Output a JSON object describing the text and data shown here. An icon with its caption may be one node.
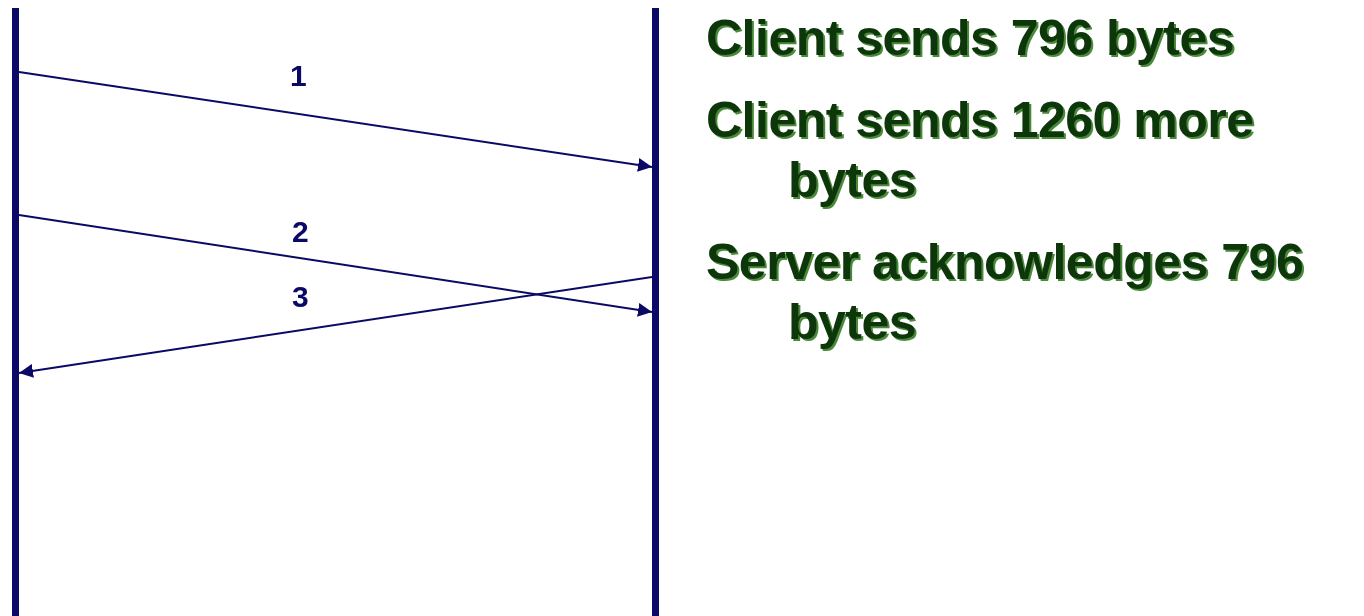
{
  "diagram": {
    "nodes": [
      {
        "text": [],
        "shape": "bar"
      },
      {
        "text": [],
        "shape": "bar"
      }
    ],
    "edges": [
      {
        "from": 0,
        "to": 1,
        "arrow": "to",
        "label": "1"
      },
      {
        "from": 0,
        "to": 1,
        "arrow": "to",
        "label": "2"
      },
      {
        "from": 1,
        "to": 0,
        "arrow": "to",
        "label": "3"
      }
    ],
    "labels": [
      "Client sends 796 bytes",
      "Client sends 1260 more bytes",
      "Server acknowledges 796 bytes"
    ]
  }
}
